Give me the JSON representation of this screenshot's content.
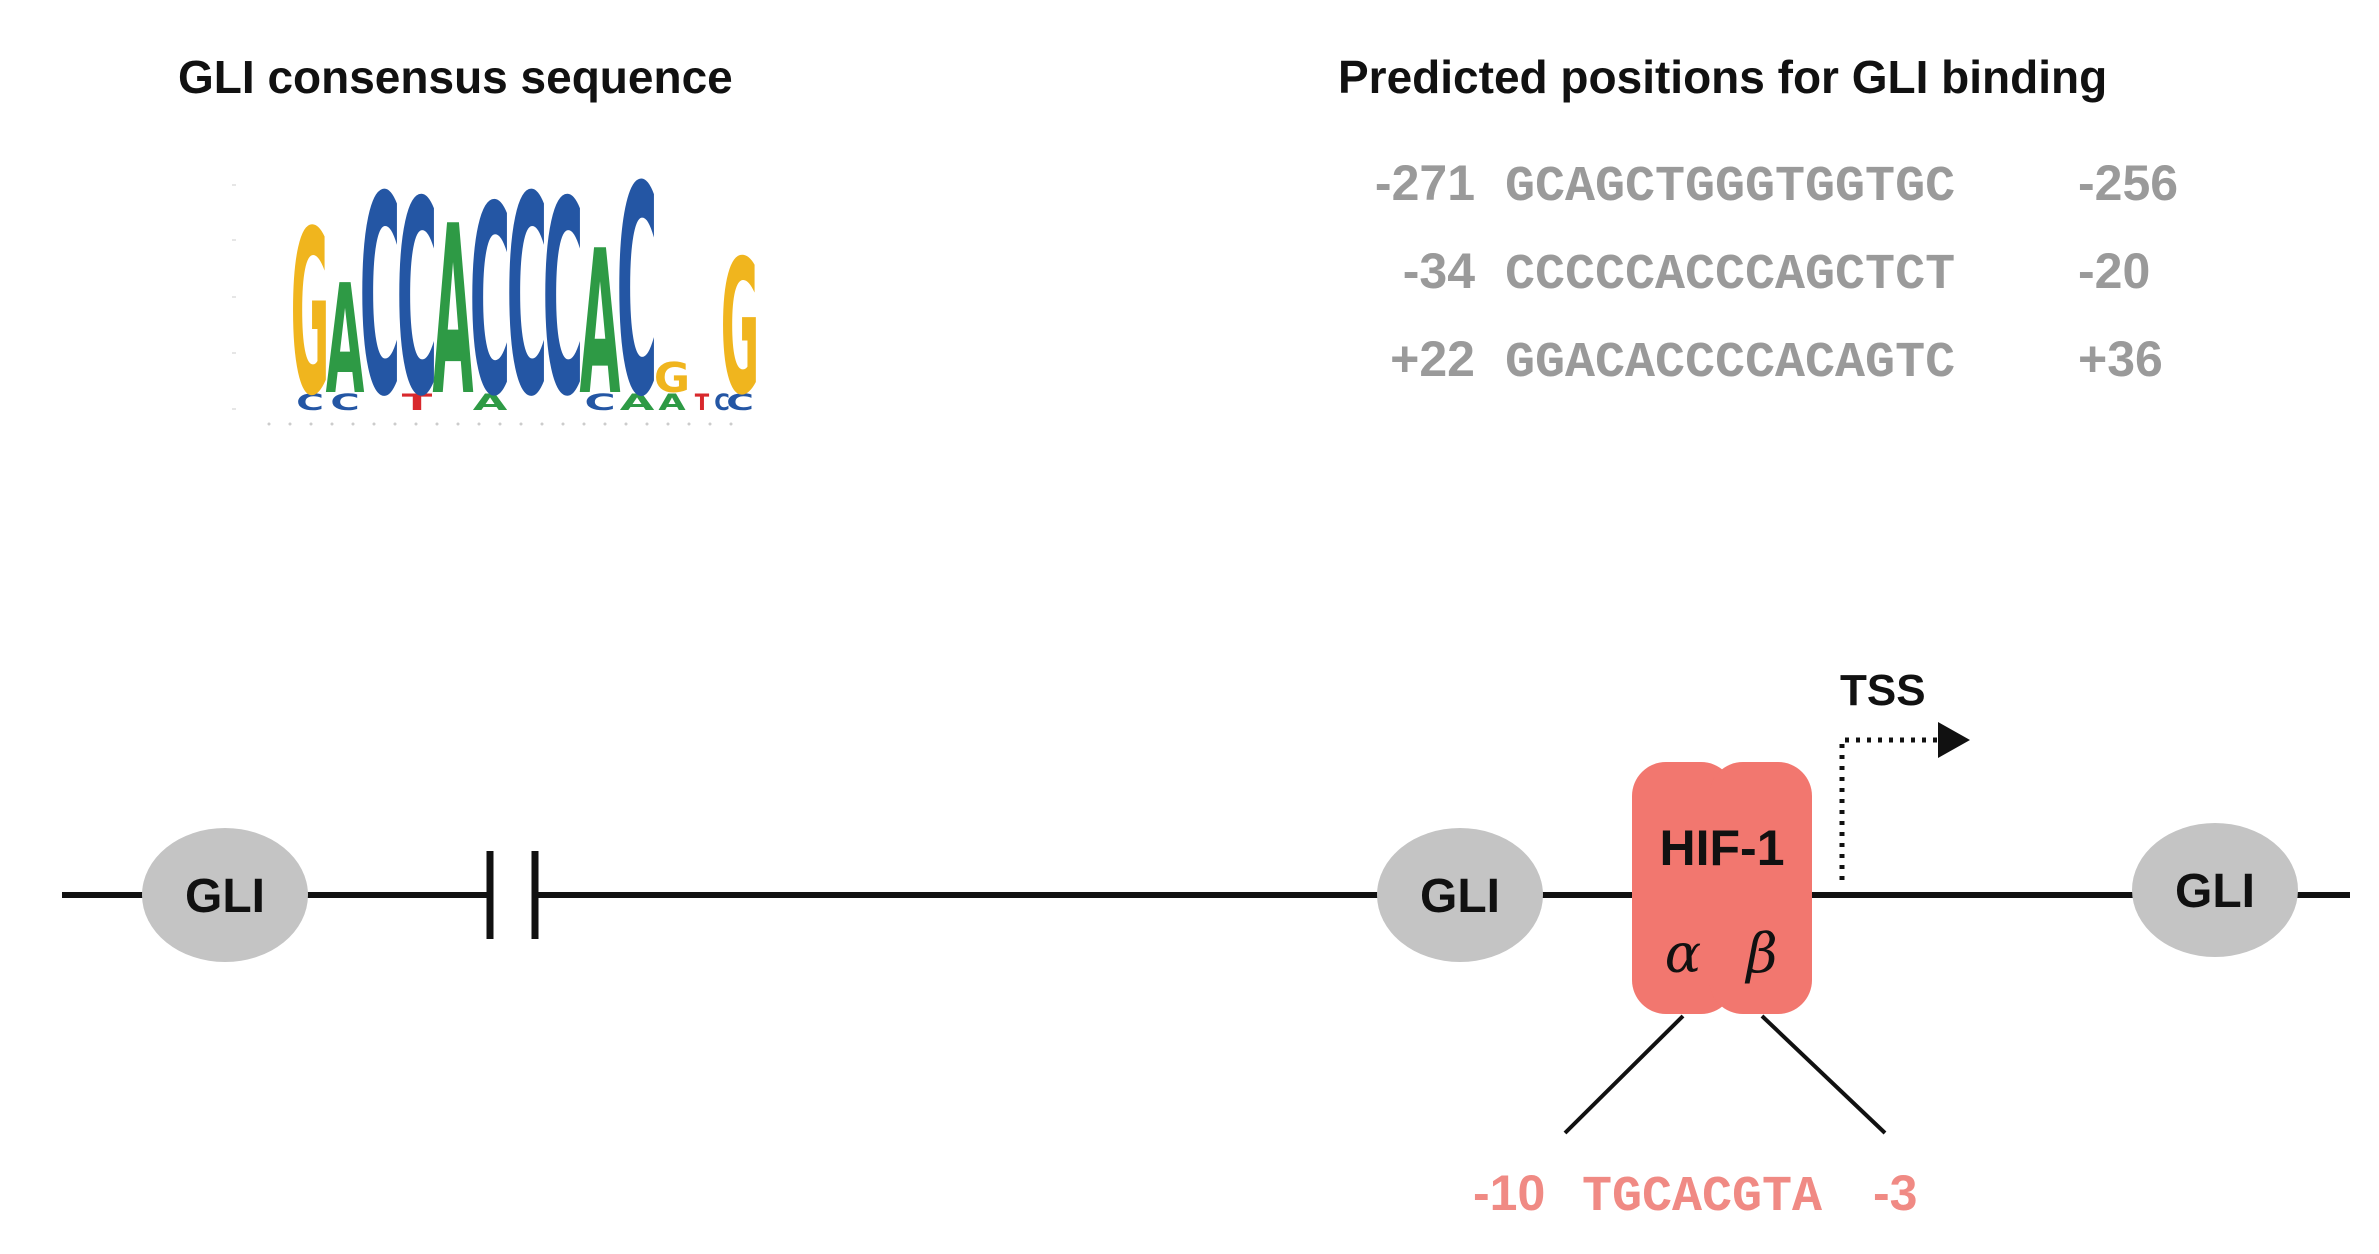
{
  "colors": {
    "gli_fill": "#c4c4c4",
    "hif_fill": "#f2776f",
    "sequence_gray": "#9a9a9a",
    "hre_red": "#f08a84",
    "logo_A": "#2e9a45",
    "logo_C": "#2456a4",
    "logo_G": "#f0b51e",
    "logo_T": "#d8282c"
  },
  "left_title": "GLI consensus sequence",
  "right_title": "Predicted positions for GLI binding",
  "sequence_logo": {
    "letters": [
      {
        "main": "G",
        "sub": "C"
      },
      {
        "main": "A",
        "sub": "C"
      },
      {
        "main": "C",
        "sub": ""
      },
      {
        "main": "C",
        "sub": "T"
      },
      {
        "main": "A",
        "sub": ""
      },
      {
        "main": "C",
        "sub": "A"
      },
      {
        "main": "C",
        "sub": ""
      },
      {
        "main": "C",
        "sub": ""
      },
      {
        "main": "A",
        "sub": "C"
      },
      {
        "main": "C",
        "sub": "A"
      },
      {
        "main": "G",
        "sub": "A"
      },
      {
        "main": "",
        "sub": "T"
      },
      {
        "main": "",
        "sub": "C"
      },
      {
        "main": "G",
        "sub": "C"
      }
    ]
  },
  "binding_sites": [
    {
      "start": "-271",
      "sequence": "GCAGCTGGGTGGTGC",
      "end": "-256"
    },
    {
      "start": "-34",
      "sequence": "CCCCCACCCAGCTCT",
      "end": "-20"
    },
    {
      "start": "+22",
      "sequence": "GGACACCCCACAGTC",
      "end": "+36"
    }
  ],
  "diagram": {
    "gli_left": "GLI",
    "gli_middle": "GLI",
    "gli_right": "GLI",
    "hif_label": "HIF-1",
    "alpha": "α",
    "beta": "β",
    "tss_label": "TSS",
    "hre": {
      "start": "-10",
      "sequence": "TGCACGTA",
      "end": "-3"
    }
  }
}
